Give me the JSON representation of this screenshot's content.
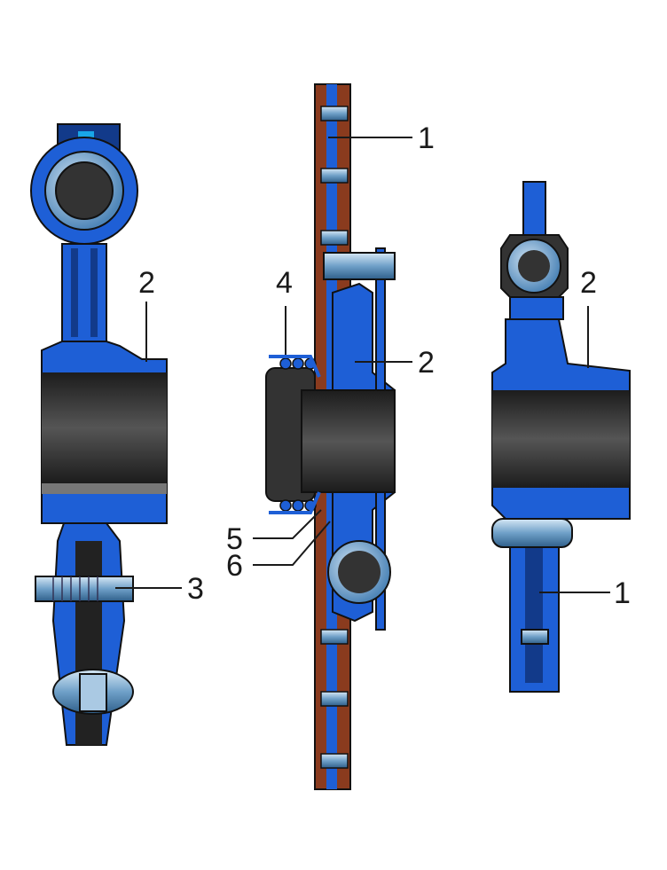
{
  "diagram": {
    "colors": {
      "steel_blue": "#1e5fd6",
      "dark_blue": "#123a8a",
      "hub_black": "#2a2a2a",
      "lining_brown": "#8a3b1e",
      "rivet_light": "#8fb8dc"
    },
    "labels": {
      "center_top_1": "1",
      "left_2": "2",
      "center_4": "4",
      "center_2": "2",
      "center_5": "5",
      "center_6": "6",
      "left_3": "3",
      "right_2": "2",
      "right_1": "1"
    }
  }
}
